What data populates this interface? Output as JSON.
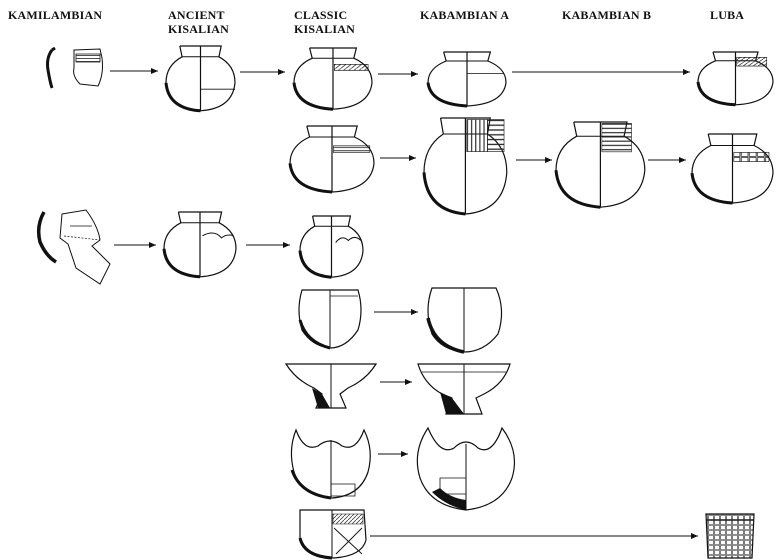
{
  "periods": {
    "kamilambian": "KAMILAMBIAN",
    "ancient": [
      "ANCIENT",
      "KISALIAN"
    ],
    "classic": [
      "CLASSIC",
      "KISALIAN"
    ],
    "kabambian_a": "KABAMBIAN A",
    "kabambian_b": "KABAMBIAN B",
    "luba": "LUBA"
  }
}
